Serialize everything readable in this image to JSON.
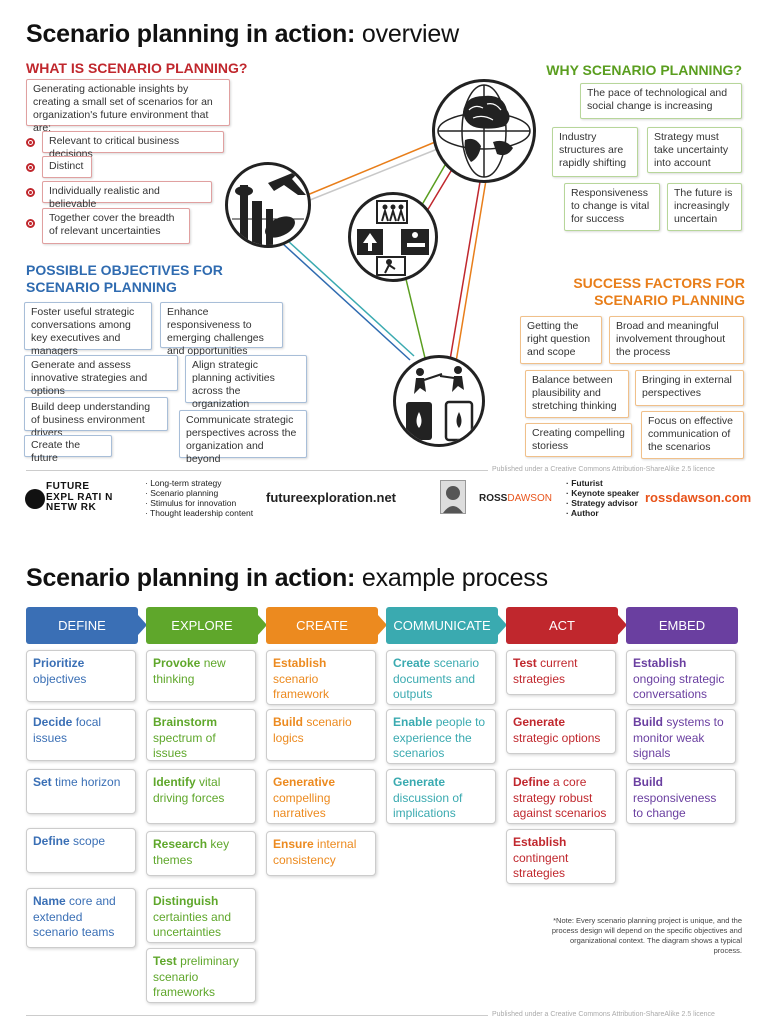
{
  "top": {
    "title_bold": "Scenario planning in action:",
    "title_light": "overview",
    "what": {
      "heading": "WHAT IS SCENARIO PLANNING?",
      "intro": "Generating actionable insights by creating a small set of scenarios for an organization's future environment that are:",
      "items": [
        "Relevant to critical business decisions",
        "Distinct",
        "Individually realistic and believable",
        "Together cover the breadth of relevant uncertainties"
      ]
    },
    "why": {
      "heading": "WHY SCENARIO PLANNING?",
      "items": [
        "The pace of technological and social change is increasing",
        "Industry structures are rapidly shifting",
        "Strategy must take uncertainty into account",
        "Responsiveness to change is vital for success",
        "The future is increasingly uncertain"
      ]
    },
    "objectives": {
      "heading_line1": "POSSIBLE OBJECTIVES FOR",
      "heading_line2": "SCENARIO PLANNING",
      "items": [
        "Foster useful strategic conversations among key executives and managers",
        "Enhance responsiveness to emerging challenges and opportunities",
        "Generate and assess innovative strategies and options",
        "Align strategic planning activities across the organization",
        "Build deep understanding of business environment drivers",
        "Communicate strategic perspectives across the organization and beyond",
        "Create the future"
      ]
    },
    "success": {
      "heading_line1": "SUCCESS FACTORS FOR",
      "heading_line2": "SCENARIO PLANNING",
      "items": [
        "Getting the right question and scope",
        "Broad and meaningful involvement throughout the process",
        "Balance between plausibility and stretching thinking",
        "Bringing in external perspectives",
        "Creating compelling storiess",
        "Focus on effective communication of the scenarios"
      ]
    },
    "licence": "Published under a Creative Commons Attribution-ShareAlike 2.5 licence",
    "footer": {
      "fen_logo_line1": "FUTURE",
      "fen_logo_line2": "EXPL RATI N",
      "fen_logo_line3": "NETW RK",
      "fen_list": [
        "· Long-term strategy",
        "· Scenario planning",
        "· Stimulus for innovation",
        "· Thought leadership content"
      ],
      "fen_site": "futureexploration.net",
      "rd_logo_a": "ROSS",
      "rd_logo_b": "DAWSON",
      "rd_list": [
        "· Futurist",
        "· Keynote speaker",
        "· Strategy advisor",
        "· Author"
      ],
      "rd_site": "rossdawson.com"
    }
  },
  "process": {
    "title_bold": "Scenario planning in action:",
    "title_light": "example process",
    "colors": {
      "define": "#3a6fb5",
      "explore": "#5fa72b",
      "create": "#ec8a1f",
      "communicate": "#3aaab0",
      "act": "#c0272d",
      "embed": "#6a3fa0"
    },
    "phases": [
      "DEFINE",
      "EXPLORE",
      "CREATE",
      "COMMUNICATE",
      "ACT",
      "EMBED"
    ],
    "define": [
      {
        "b": "Prioritize",
        "t": "objectives"
      },
      {
        "b": "Decide",
        "t": "focal issues"
      },
      {
        "b": "Set",
        "t": "time horizon"
      },
      {
        "b": "Define",
        "t": "scope"
      },
      {
        "b": "Name",
        "t": "core and extended scenario teams"
      }
    ],
    "explore": [
      {
        "b": "Provoke",
        "t": "new thinking"
      },
      {
        "b": "Brainstorm",
        "t": "spectrum of issues"
      },
      {
        "b": "Identify",
        "t": "vital driving forces"
      },
      {
        "b": "Research",
        "t": "key themes"
      },
      {
        "b": "Distinguish",
        "t": "certainties and uncertainties"
      },
      {
        "b": "Test",
        "t": "preliminary scenario frameworks"
      }
    ],
    "create": [
      {
        "b": "Establish",
        "t": "scenario framework"
      },
      {
        "b": "Build",
        "t": "scenario logics"
      },
      {
        "b": "Generative",
        "t": "compelling narratives"
      },
      {
        "b": "Ensure",
        "t": "internal consistency"
      }
    ],
    "communicate": [
      {
        "b": "Create",
        "t": "scenario documents and outputs"
      },
      {
        "b": "Enable",
        "t": "people to experience the scenarios"
      },
      {
        "b": "Generate",
        "t": "discussion of implications"
      }
    ],
    "act": [
      {
        "b": "Test",
        "t": "current strategies"
      },
      {
        "b": "Generate",
        "t": "strategic options"
      },
      {
        "b": "Define",
        "t": "a core strategy robust against scenarios"
      },
      {
        "b": "Establish",
        "t": "contingent strategies"
      }
    ],
    "embed": [
      {
        "b": "Establish",
        "t": "ongoing strategic conversations"
      },
      {
        "b": "Build",
        "t": "systems to monitor weak signals"
      },
      {
        "b": "Build",
        "t": "responsiveness to change"
      }
    ],
    "note": "*Note: Every scenario planning project is unique, and the process design will depend on the specific objectives and organizational context. The diagram shows a typical process.",
    "licence": "Published under a Creative Commons Attribution-ShareAlike 2.5 licence"
  }
}
